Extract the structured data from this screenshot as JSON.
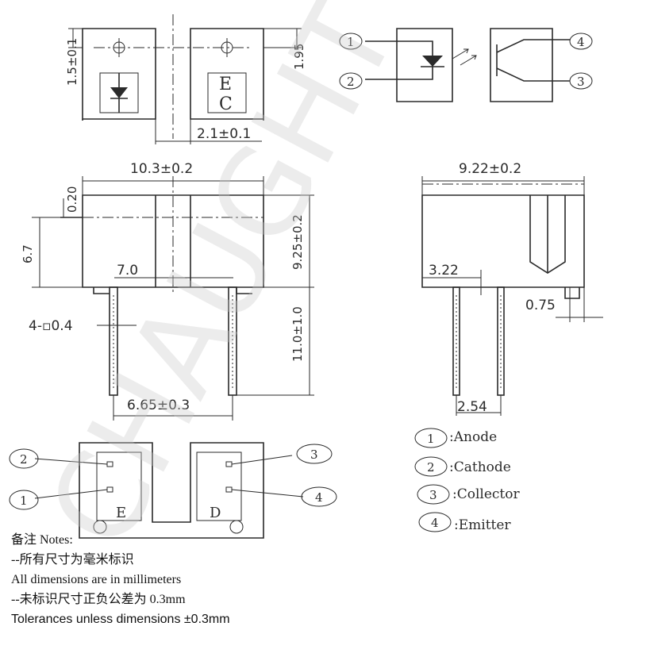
{
  "watermark": "CHAUGHT",
  "top_view": {
    "dim_slot_top": "1.5±0.1",
    "dim_right": "1.95",
    "dim_slot_width": "2.1±0.1",
    "letter_e": "E",
    "letter_c": "C"
  },
  "schematic": {
    "pin1": "1",
    "pin2": "2",
    "pin3": "3",
    "pin4": "4"
  },
  "front_view": {
    "dim_width": "10.3±0.2",
    "dim_top": "0.20",
    "dim_left_height": "6.7",
    "dim_right_height": "9.25±0.2",
    "dim_slot": "7.0",
    "dim_pin": "4-▫0.4",
    "dim_lead": "11.0±1.0",
    "dim_pitch": "6.65±0.3"
  },
  "side_view": {
    "dim_width": "9.22±0.2",
    "dim_offset": "3.22",
    "dim_pin": "0.75",
    "dim_pitch": "2.54"
  },
  "bottom_view": {
    "pin2": "2",
    "pin1": "1",
    "pin3": "3",
    "pin4": "4",
    "letter_e": "E",
    "letter_d": "D"
  },
  "legend": [
    {
      "num": "1",
      "label": ":Anode"
    },
    {
      "num": "2",
      "label": ":Cathode"
    },
    {
      "num": "3",
      "label": ":Collector"
    },
    {
      "num": "4",
      "label": ":Emitter"
    }
  ],
  "notes": {
    "title": "备注 Notes:",
    "line1": "--所有尺寸为毫米标识",
    "line2": "All dimensions are in millimeters",
    "line3": "--未标识尺寸正负公差为 0.3mm",
    "line4": "Tolerances unless dimensions ±0.3mm"
  }
}
